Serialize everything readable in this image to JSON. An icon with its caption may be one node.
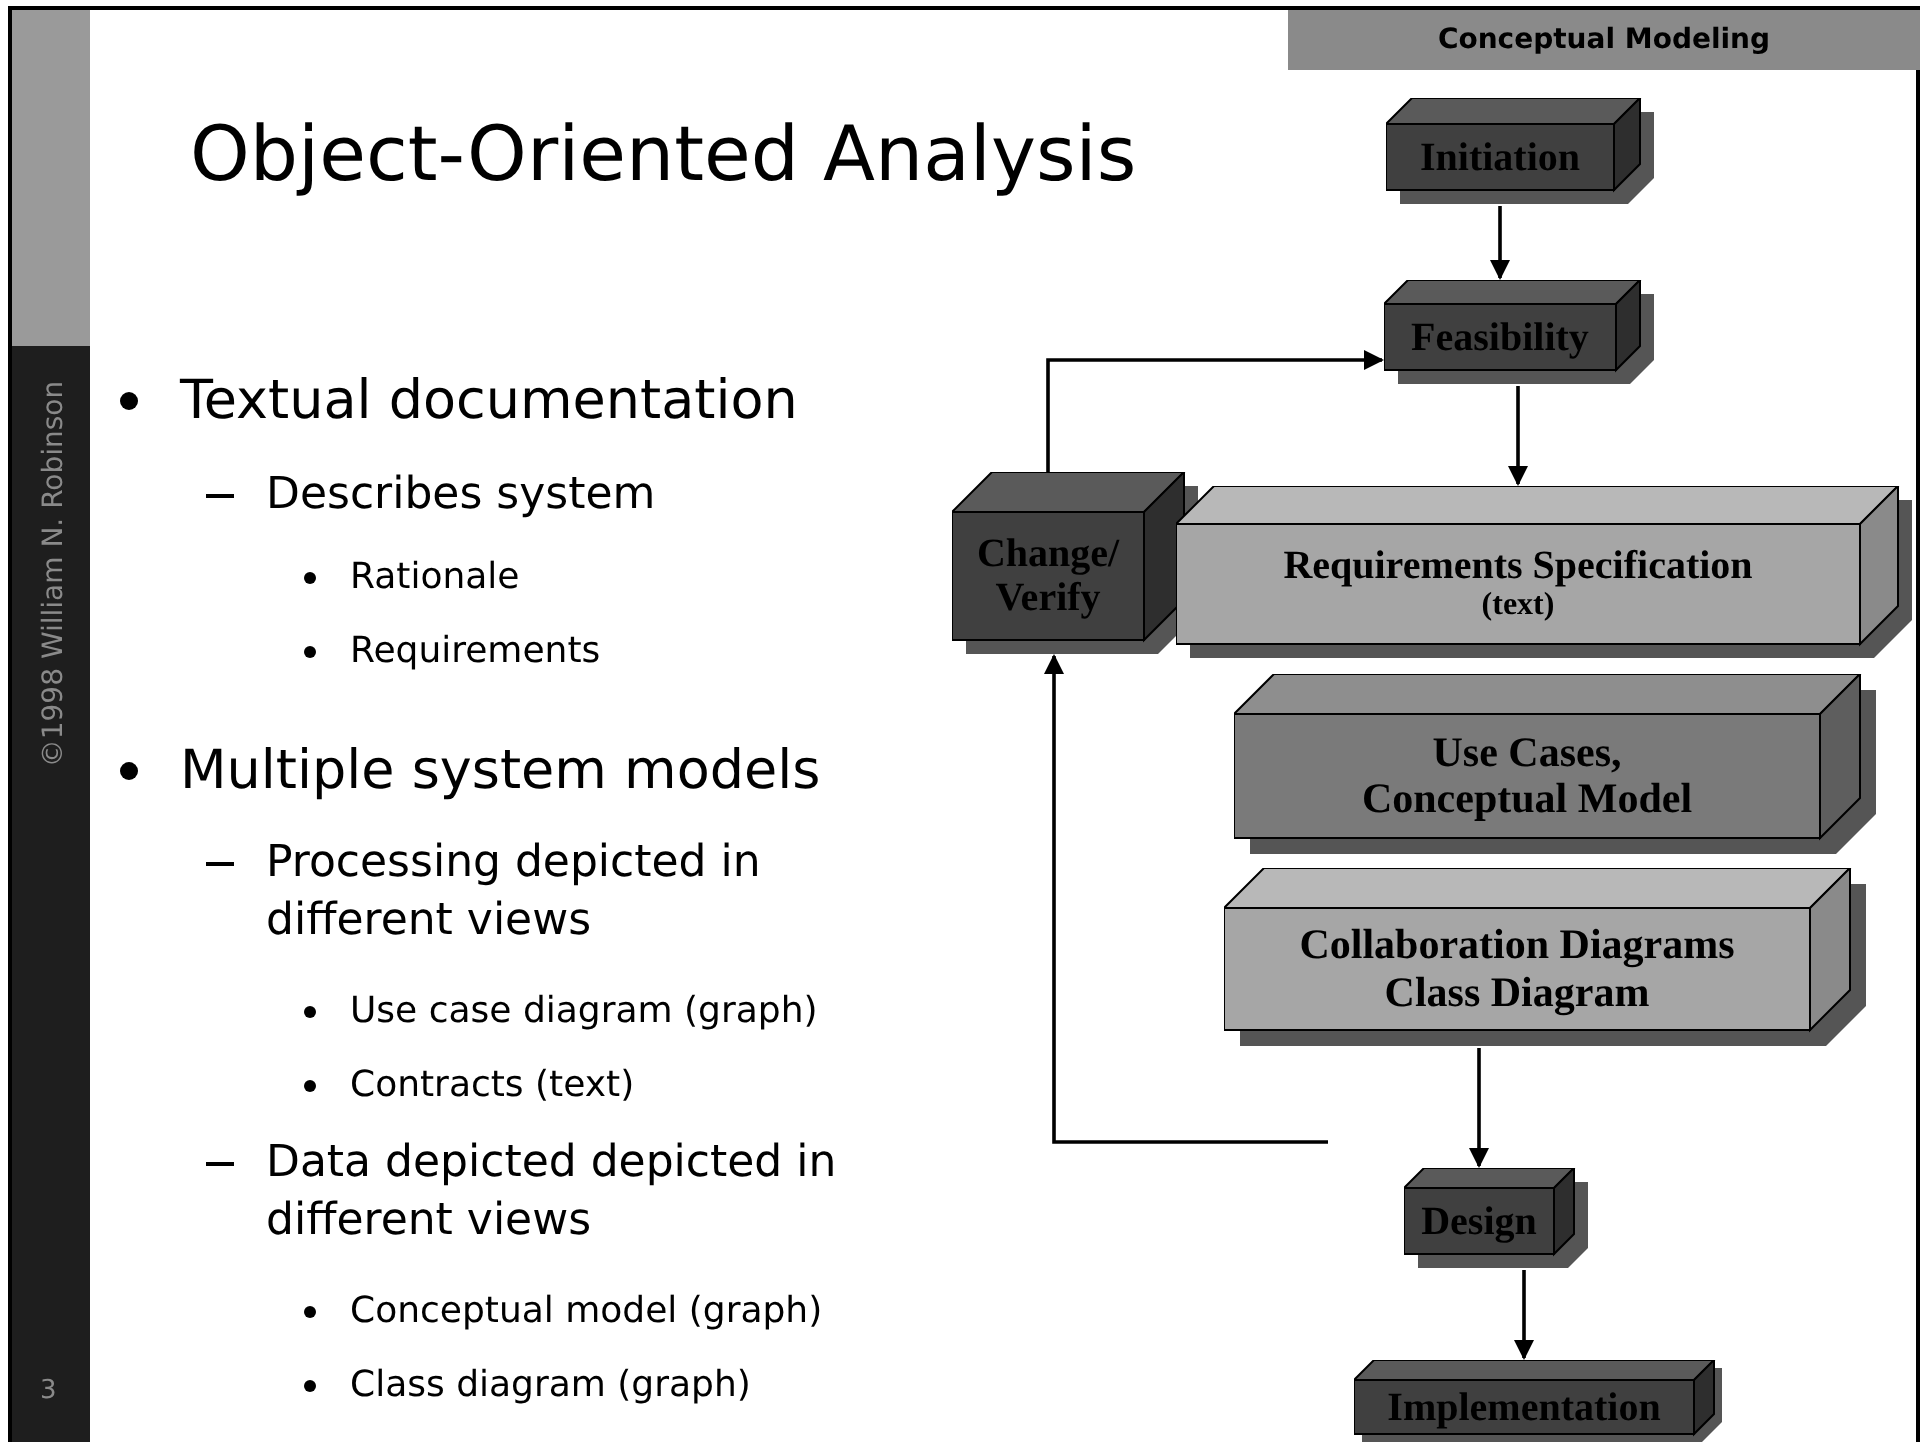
{
  "diagram": {
    "title": "Object-Oriented Analysis",
    "nodes": [
      {
        "text": [
          "Initiation"
        ]
      },
      {
        "text": [
          "Feasibility"
        ]
      },
      {
        "text": [
          "Change/ Verify"
        ]
      },
      {
        "text": [
          "Requirements Specification",
          "(text)"
        ]
      },
      {
        "text": [
          "Use Cases, Conceptual Model"
        ]
      },
      {
        "text": [
          "Collaboration Diagrams Class Diagram"
        ]
      },
      {
        "text": [
          "Design"
        ]
      },
      {
        "text": [
          "Implementation"
        ]
      }
    ],
    "edges": [
      {
        "from": 0,
        "to": 1,
        "arrow": "to"
      },
      {
        "from": 1,
        "to": 3,
        "arrow": "to"
      },
      {
        "from": 2,
        "to": 1,
        "arrow": "to"
      },
      {
        "from": null,
        "to": 2,
        "arrow": "to"
      },
      {
        "from": 5,
        "to": 6,
        "arrow": "to"
      },
      {
        "from": 6,
        "to": 7,
        "arrow": "to"
      }
    ],
    "labels": [
      "Conceptual Modeling",
      "Textual documentation",
      "Describes system",
      "Rationale",
      "Requirements",
      "Multiple system models",
      "Processing depicted in different views",
      "Use case diagram (graph)",
      "Contracts (text)",
      "Data depicted depicted in different views",
      "Conceptual model (graph)",
      "Class diagram (graph)",
      "©1998 William N. Robinson",
      "3"
    ]
  }
}
